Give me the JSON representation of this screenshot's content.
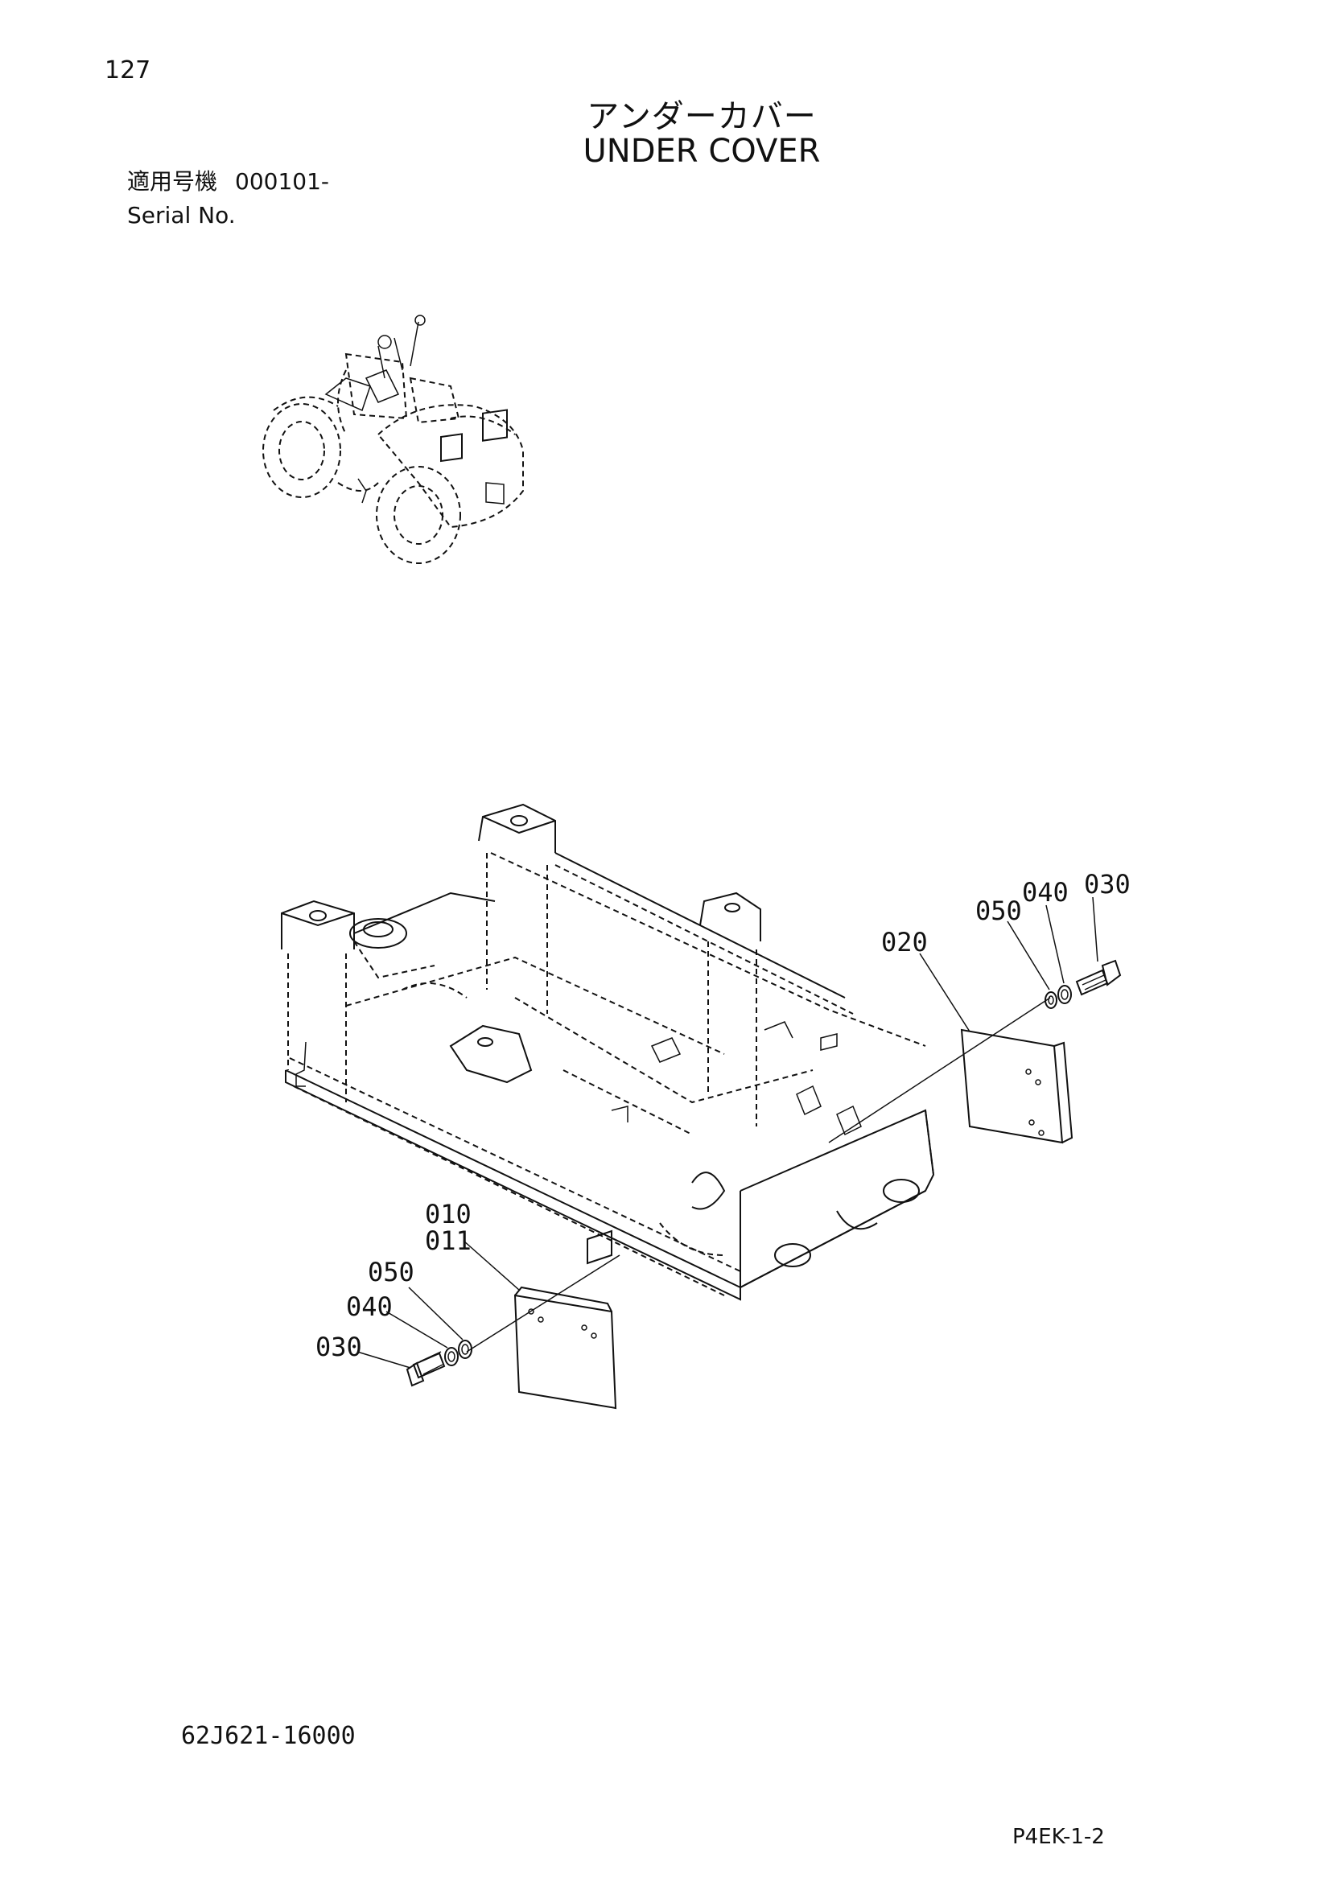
{
  "header": {
    "page_number": "127",
    "title_jp": "アンダーカバー",
    "title_en": "UNDER COVER",
    "serial_label_jp": "適用号機",
    "serial_value": "000101-",
    "serial_label_en": "Serial No."
  },
  "callouts": {
    "c030_right": "030",
    "c040_right": "040",
    "c050_right": "050",
    "c020": "020",
    "c010": "010",
    "c011": "011",
    "c050_left": "050",
    "c040_left": "040",
    "c030_left": "030"
  },
  "footer": {
    "doc_number": "62J621-16000",
    "page_code": "P4EK-1-2"
  }
}
